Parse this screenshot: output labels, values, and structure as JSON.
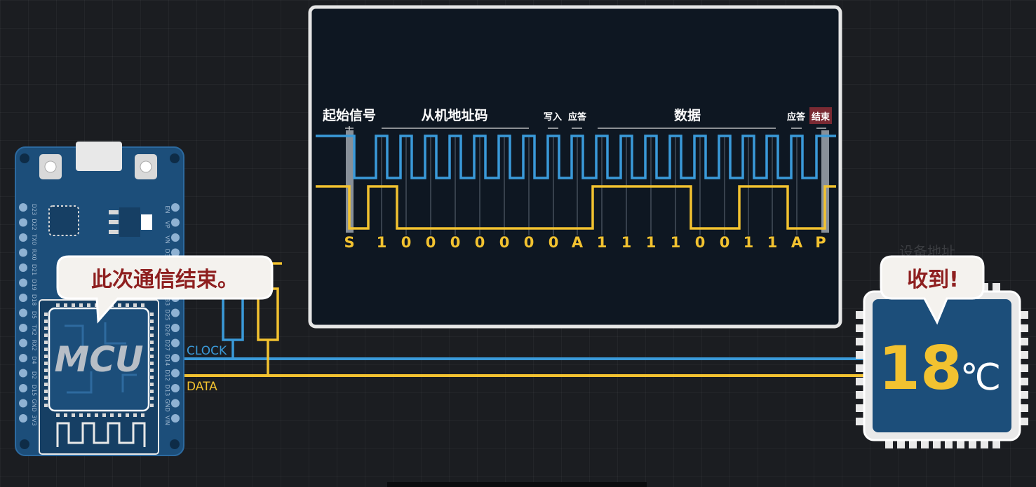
{
  "colors": {
    "background": "#1b1d21",
    "clock": "#3a9ad9",
    "data": "#f2c230",
    "board": "#1c4e7a",
    "chip": "#1c4e7a",
    "bubble_text": "#8e1f1f"
  },
  "timing": {
    "labels": {
      "start": "起始信号",
      "address": "从机地址码",
      "write": "写入",
      "ack1": "应答",
      "data": "数据",
      "ack2": "应答",
      "end": "结束"
    },
    "bits": [
      "S",
      "1",
      "0",
      "0",
      "0",
      "0",
      "0",
      "0",
      "0",
      "A",
      "1",
      "1",
      "1",
      "1",
      "0",
      "0",
      "1",
      "1",
      "A",
      "P"
    ],
    "data_levels": [
      0,
      1,
      0,
      0,
      0,
      0,
      0,
      0,
      0,
      0,
      1,
      1,
      1,
      1,
      0,
      0,
      1,
      1,
      0,
      1
    ]
  },
  "mcu": {
    "label": "MCU",
    "bubble": "此次通信结束。",
    "left_pins": [
      "3V3",
      "GND",
      "D15",
      "D2",
      "D4",
      "RX2",
      "TX2",
      "D5",
      "D18",
      "D19",
      "D21",
      "RX0",
      "TX0",
      "D22",
      "D23"
    ],
    "right_pins": [
      "VIN",
      "GND",
      "D13",
      "D12",
      "D14",
      "D27",
      "D26",
      "D25",
      "D33",
      "D32",
      "D35",
      "D34",
      "VN",
      "VP",
      "EN"
    ]
  },
  "wires": {
    "clock_label": "CLOCK",
    "data_label": "DATA"
  },
  "sensor": {
    "bubble": "收到!",
    "value": "18",
    "unit": "℃",
    "faded_label": "设备地址"
  }
}
